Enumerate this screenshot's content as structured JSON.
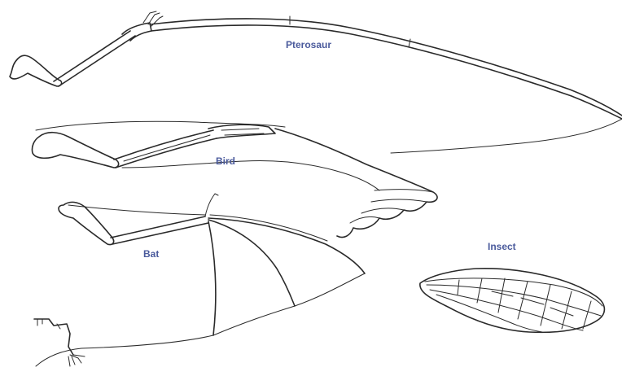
{
  "labels": {
    "pterosaur": "Pterosaur",
    "bird": "Bird",
    "bat": "Bat",
    "insect": "Insect"
  },
  "colors": {
    "label": "#4a5a9c",
    "line": "#2a2a2a",
    "background": "#ffffff"
  }
}
